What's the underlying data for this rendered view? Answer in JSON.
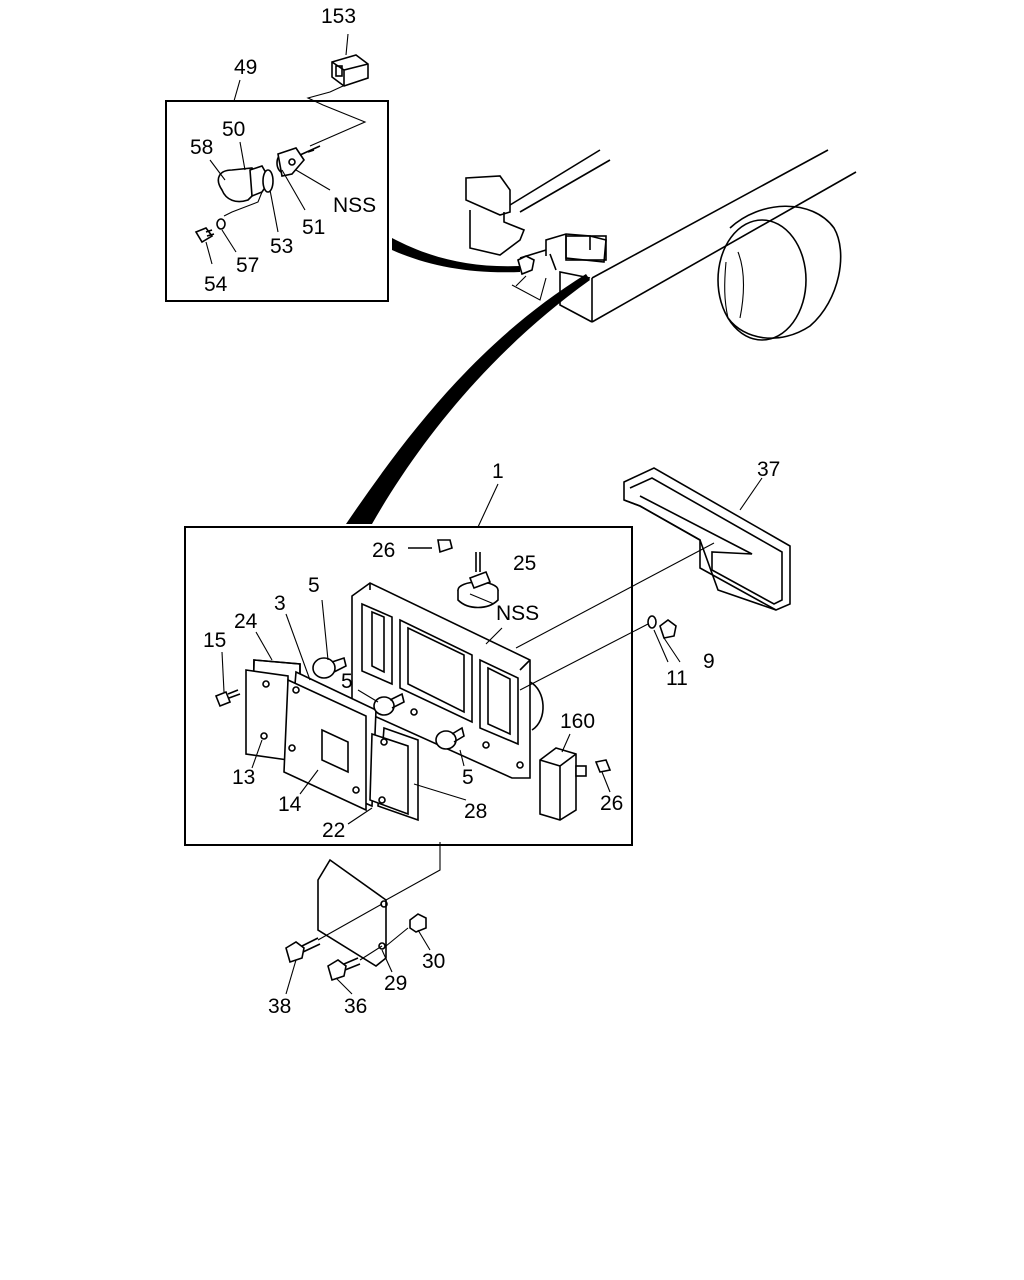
{
  "labels": {
    "p153": "153",
    "p49": "49",
    "p50": "50",
    "p58": "58",
    "p51": "51",
    "p53": "53",
    "p57": "57",
    "p54": "54",
    "nss_top": "NSS",
    "p1": "1",
    "p37": "37",
    "p26a": "26",
    "p25": "25",
    "nss_mid": "NSS",
    "p5a": "5",
    "p5b": "5",
    "p5c": "5",
    "p3": "3",
    "p24": "24",
    "p15": "15",
    "p9": "9",
    "p11": "11",
    "p160": "160",
    "p13": "13",
    "p14": "14",
    "p22": "22",
    "p28": "28",
    "p26b": "26",
    "p30": "30",
    "p29": "29",
    "p38": "38",
    "p36": "36"
  }
}
